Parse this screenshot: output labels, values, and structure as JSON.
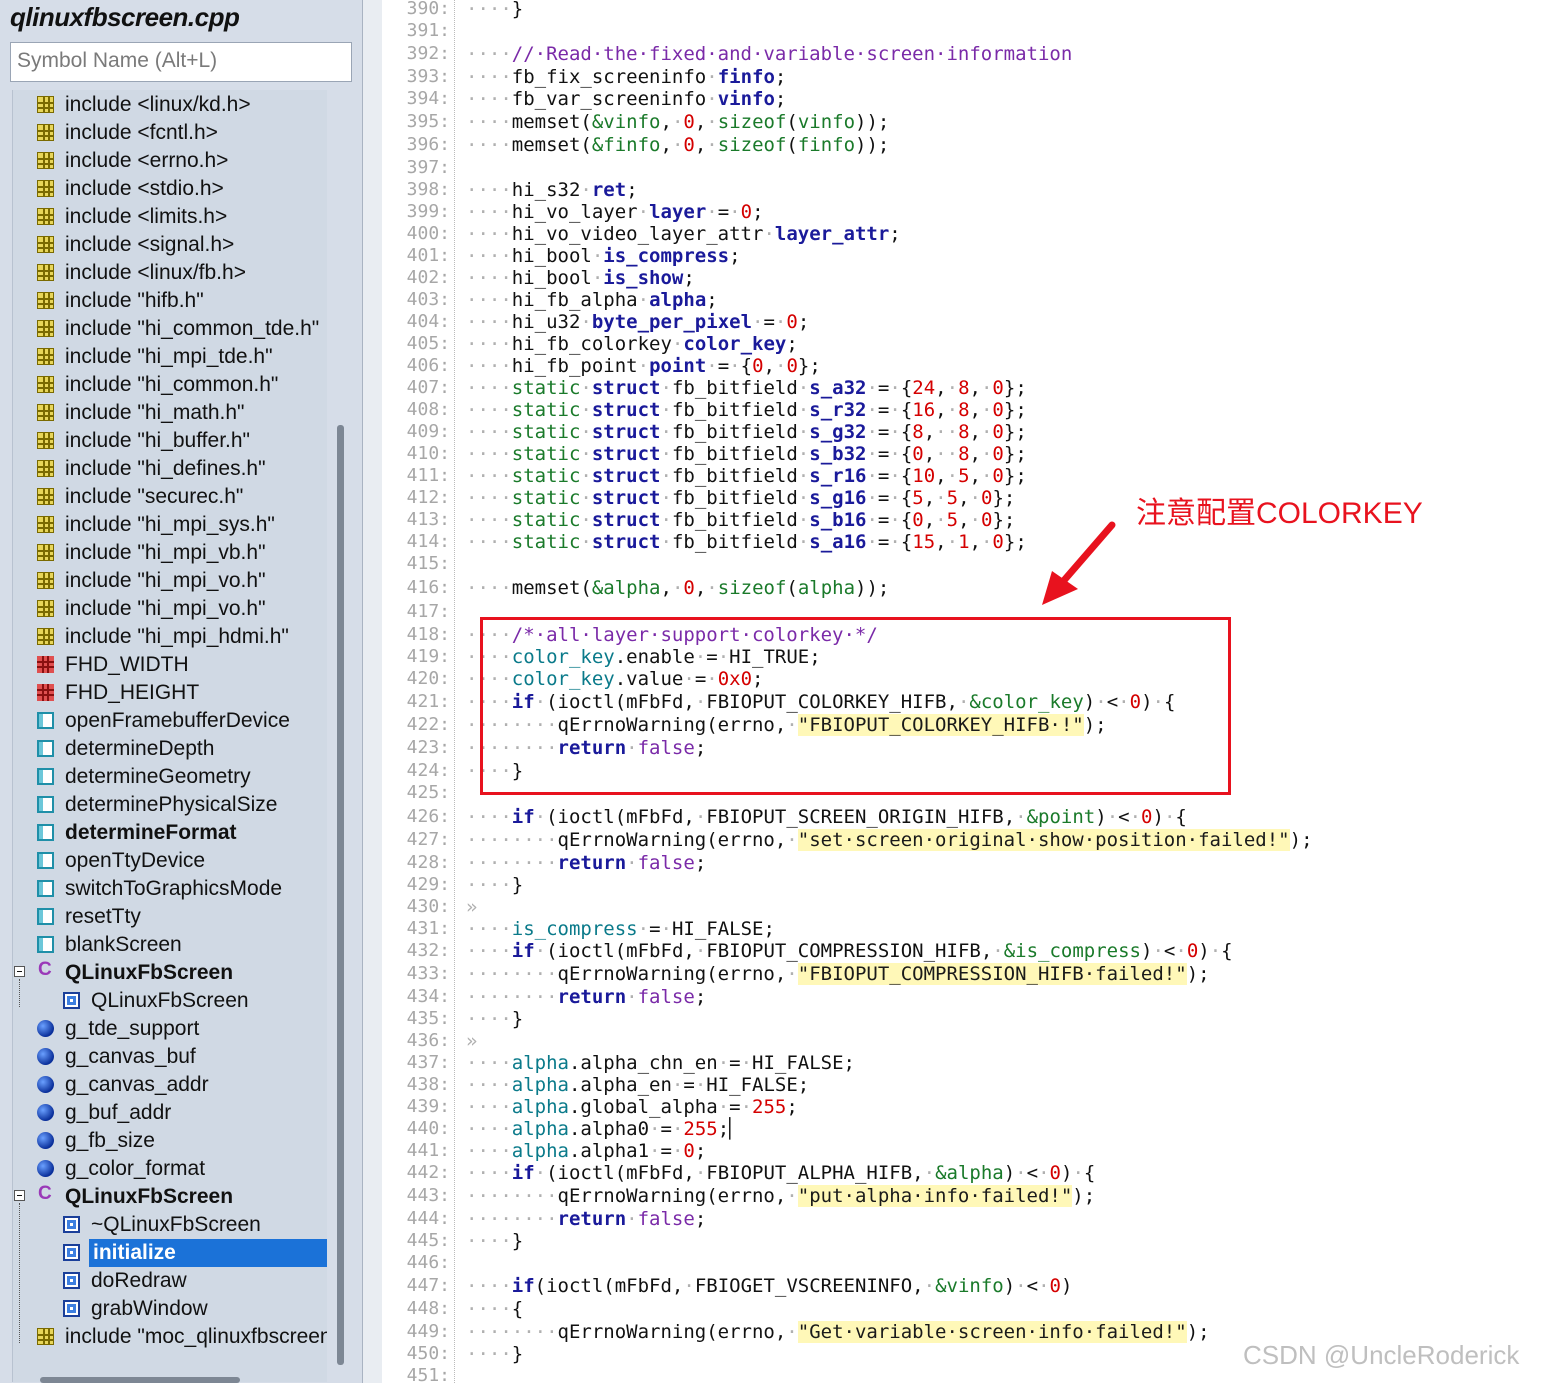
{
  "sidebar": {
    "file_name": "qlinuxfbscreen.cpp",
    "search_placeholder": "Symbol Name (Alt+L)",
    "items": [
      {
        "icon": "include-icon",
        "label": "include <linux/kd.h>"
      },
      {
        "icon": "include-icon",
        "label": "include <fcntl.h>"
      },
      {
        "icon": "include-icon",
        "label": "include <errno.h>"
      },
      {
        "icon": "include-icon",
        "label": "include <stdio.h>"
      },
      {
        "icon": "include-icon",
        "label": "include <limits.h>"
      },
      {
        "icon": "include-icon",
        "label": "include <signal.h>"
      },
      {
        "icon": "include-icon",
        "label": "include <linux/fb.h>"
      },
      {
        "icon": "include-icon",
        "label": "include \"hifb.h\""
      },
      {
        "icon": "include-icon",
        "label": "include \"hi_common_tde.h\""
      },
      {
        "icon": "include-icon",
        "label": "include \"hi_mpi_tde.h\""
      },
      {
        "icon": "include-icon",
        "label": "include \"hi_common.h\""
      },
      {
        "icon": "include-icon",
        "label": "include \"hi_math.h\""
      },
      {
        "icon": "include-icon",
        "label": "include \"hi_buffer.h\""
      },
      {
        "icon": "include-icon",
        "label": "include \"hi_defines.h\""
      },
      {
        "icon": "include-icon",
        "label": "include \"securec.h\""
      },
      {
        "icon": "include-icon",
        "label": "include \"hi_mpi_sys.h\""
      },
      {
        "icon": "include-icon",
        "label": "include \"hi_mpi_vb.h\""
      },
      {
        "icon": "include-icon",
        "label": "include \"hi_mpi_vo.h\""
      },
      {
        "icon": "include-icon",
        "label": "include \"hi_mpi_vo.h\""
      },
      {
        "icon": "include-icon",
        "label": "include \"hi_mpi_hdmi.h\""
      },
      {
        "icon": "define-icon",
        "label": "FHD_WIDTH"
      },
      {
        "icon": "define-icon",
        "label": "FHD_HEIGHT"
      },
      {
        "icon": "function-icon",
        "label": "openFramebufferDevice"
      },
      {
        "icon": "function-icon",
        "label": "determineDepth"
      },
      {
        "icon": "function-icon",
        "label": "determineGeometry"
      },
      {
        "icon": "function-icon",
        "label": "determinePhysicalSize"
      },
      {
        "icon": "function-icon",
        "label": "determineFormat",
        "bold": true
      },
      {
        "icon": "function-icon",
        "label": "openTtyDevice"
      },
      {
        "icon": "function-icon",
        "label": "switchToGraphicsMode"
      },
      {
        "icon": "function-icon",
        "label": "resetTty"
      },
      {
        "icon": "function-icon",
        "label": "blankScreen"
      },
      {
        "icon": "class-icon",
        "label": "QLinuxFbScreen",
        "bold": true,
        "expander": true
      },
      {
        "icon": "method-icon",
        "label": "QLinuxFbScreen",
        "child": true
      },
      {
        "icon": "variable-icon",
        "label": "g_tde_support"
      },
      {
        "icon": "variable-icon",
        "label": "g_canvas_buf"
      },
      {
        "icon": "variable-icon",
        "label": "g_canvas_addr"
      },
      {
        "icon": "variable-icon",
        "label": "g_buf_addr"
      },
      {
        "icon": "variable-icon",
        "label": "g_fb_size"
      },
      {
        "icon": "variable-icon",
        "label": "g_color_format"
      },
      {
        "icon": "class-icon",
        "label": "QLinuxFbScreen",
        "bold": true,
        "expander": true
      },
      {
        "icon": "method-icon",
        "label": "~QLinuxFbScreen",
        "child": true
      },
      {
        "icon": "method-icon",
        "label": "initialize",
        "child": true,
        "selected": true
      },
      {
        "icon": "method-icon",
        "label": "doRedraw",
        "child": true
      },
      {
        "icon": "method-icon",
        "label": "grabWindow",
        "child": true
      },
      {
        "icon": "include-icon",
        "label": "include \"moc_qlinuxfbscreen.cpp\""
      }
    ]
  },
  "code": [
    {
      "n": "390:",
      "html": "<span class='d'>····</span>}"
    },
    {
      "n": "391:",
      "html": ""
    },
    {
      "n": "392:",
      "html": "<span class='d'>····</span><span class='cm'>//·Read·the·fixed·and·variable·screen·information</span>"
    },
    {
      "n": "393:",
      "html": "<span class='d'>····</span>fb_fix_screeninfo<span class='d'>·</span><span class='k'>finfo</span>;"
    },
    {
      "n": "394:",
      "html": "<span class='d'>····</span>fb_var_screeninfo<span class='d'>·</span><span class='k'>vinfo</span>;"
    },
    {
      "n": "395:",
      "html": "<span class='d'>····</span>memset(<span class='g'>&amp;vinfo</span>,<span class='d'>·</span><span class='n'>0</span>,<span class='d'>·</span><span class='g'>sizeof</span>(<span class='g'>vinfo</span>));"
    },
    {
      "n": "396:",
      "html": "<span class='d'>····</span>memset(<span class='g'>&amp;finfo</span>,<span class='d'>·</span><span class='n'>0</span>,<span class='d'>·</span><span class='g'>sizeof</span>(<span class='g'>finfo</span>));"
    },
    {
      "n": "397:",
      "html": ""
    },
    {
      "n": "398:",
      "html": "<span class='d'>····</span>hi_s32<span class='d'>·</span><span class='k'>ret</span>;"
    },
    {
      "n": "399:",
      "html": "<span class='d'>····</span>hi_vo_layer<span class='d'>·</span><span class='k'>layer</span><span class='d'>·</span>=<span class='d'>·</span><span class='n'>0</span>;"
    },
    {
      "n": "400:",
      "html": "<span class='d'>····</span>hi_vo_video_layer_attr<span class='d'>·</span><span class='k'>layer_attr</span>;"
    },
    {
      "n": "401:",
      "html": "<span class='d'>····</span>hi_bool<span class='d'>·</span><span class='k'>is_compress</span>;"
    },
    {
      "n": "402:",
      "html": "<span class='d'>····</span>hi_bool<span class='d'>·</span><span class='k'>is_show</span>;"
    },
    {
      "n": "403:",
      "html": "<span class='d'>····</span>hi_fb_alpha<span class='d'>·</span><span class='k'>alpha</span>;"
    },
    {
      "n": "404:",
      "html": "<span class='d'>····</span>hi_u32<span class='d'>·</span><span class='k'>byte_per_pixel</span><span class='d'>·</span>=<span class='d'>·</span><span class='n'>0</span>;"
    },
    {
      "n": "405:",
      "html": "<span class='d'>····</span>hi_fb_colorkey<span class='d'>·</span><span class='k'>color_key</span>;"
    },
    {
      "n": "406:",
      "html": "<span class='d'>····</span>hi_fb_point<span class='d'>·</span><span class='k'>point</span><span class='d'>·</span>=<span class='d'>·</span>{<span class='n'>0</span>,<span class='d'>·</span><span class='n'>0</span>};"
    },
    {
      "n": "407:",
      "html": "<span class='d'>····</span><span class='g'>static</span><span class='d'>·</span><span class='k'>struct</span><span class='d'>·</span>fb_bitfield<span class='d'>·</span><span class='k'>s_a32</span><span class='d'>·</span>=<span class='d'>·</span>{<span class='n'>24</span>,<span class='d'>·</span><span class='n'>8</span>,<span class='d'>·</span><span class='n'>0</span>};"
    },
    {
      "n": "408:",
      "html": "<span class='d'>····</span><span class='g'>static</span><span class='d'>·</span><span class='k'>struct</span><span class='d'>·</span>fb_bitfield<span class='d'>·</span><span class='k'>s_r32</span><span class='d'>·</span>=<span class='d'>·</span>{<span class='n'>16</span>,<span class='d'>·</span><span class='n'>8</span>,<span class='d'>·</span><span class='n'>0</span>};"
    },
    {
      "n": "409:",
      "html": "<span class='d'>····</span><span class='g'>static</span><span class='d'>·</span><span class='k'>struct</span><span class='d'>·</span>fb_bitfield<span class='d'>·</span><span class='k'>s_g32</span><span class='d'>·</span>=<span class='d'>·</span>{<span class='n'>8</span>,<span class='d'>··</span><span class='n'>8</span>,<span class='d'>·</span><span class='n'>0</span>};"
    },
    {
      "n": "410:",
      "html": "<span class='d'>····</span><span class='g'>static</span><span class='d'>·</span><span class='k'>struct</span><span class='d'>·</span>fb_bitfield<span class='d'>·</span><span class='k'>s_b32</span><span class='d'>·</span>=<span class='d'>·</span>{<span class='n'>0</span>,<span class='d'>··</span><span class='n'>8</span>,<span class='d'>·</span><span class='n'>0</span>};"
    },
    {
      "n": "411:",
      "html": "<span class='d'>····</span><span class='g'>static</span><span class='d'>·</span><span class='k'>struct</span><span class='d'>·</span>fb_bitfield<span class='d'>·</span><span class='k'>s_r16</span><span class='d'>·</span>=<span class='d'>·</span>{<span class='n'>10</span>,<span class='d'>·</span><span class='n'>5</span>,<span class='d'>·</span><span class='n'>0</span>};"
    },
    {
      "n": "412:",
      "html": "<span class='d'>····</span><span class='g'>static</span><span class='d'>·</span><span class='k'>struct</span><span class='d'>·</span>fb_bitfield<span class='d'>·</span><span class='k'>s_g16</span><span class='d'>·</span>=<span class='d'>·</span>{<span class='n'>5</span>,<span class='d'>·</span><span class='n'>5</span>,<span class='d'>·</span><span class='n'>0</span>};"
    },
    {
      "n": "413:",
      "html": "<span class='d'>····</span><span class='g'>static</span><span class='d'>·</span><span class='k'>struct</span><span class='d'>·</span>fb_bitfield<span class='d'>·</span><span class='k'>s_b16</span><span class='d'>·</span>=<span class='d'>·</span>{<span class='n'>0</span>,<span class='d'>·</span><span class='n'>5</span>,<span class='d'>·</span><span class='n'>0</span>};"
    },
    {
      "n": "414:",
      "html": "<span class='d'>····</span><span class='g'>static</span><span class='d'>·</span><span class='k'>struct</span><span class='d'>·</span>fb_bitfield<span class='d'>·</span><span class='k'>s_a16</span><span class='d'>·</span>=<span class='d'>·</span>{<span class='n'>15</span>,<span class='d'>·</span><span class='n'>1</span>,<span class='d'>·</span><span class='n'>0</span>};"
    },
    {
      "n": "415:",
      "html": ""
    },
    {
      "n": "416:",
      "html": "<span class='d'>····</span>memset(<span class='g'>&amp;alpha</span>,<span class='d'>·</span><span class='n'>0</span>,<span class='d'>·</span><span class='g'>sizeof</span>(<span class='g'>alpha</span>));"
    },
    {
      "n": "417:",
      "html": ""
    },
    {
      "n": "418:",
      "html": "<span class='d'>····</span><span class='cm'>/*·all·layer·support·colorkey·*/</span>"
    },
    {
      "n": "419:",
      "html": "<span class='d'>····</span><span class='tl'>color_key</span>.enable<span class='d'>·</span>=<span class='d'>·</span>HI_TRUE;"
    },
    {
      "n": "420:",
      "html": "<span class='d'>····</span><span class='tl'>color_key</span>.value<span class='d'>·</span>=<span class='d'>·</span><span class='n'>0x0</span>;"
    },
    {
      "n": "421:",
      "html": "<span class='d'>····</span><span class='k'>if</span><span class='d'>·</span>(ioctl(mFbFd,<span class='d'>·</span>FBIOPUT_COLORKEY_HIFB,<span class='d'>·</span><span class='g'>&amp;color_key</span>)<span class='d'>·</span>&lt;<span class='d'>·</span><span class='n'>0</span>)<span class='d'>·</span>{"
    },
    {
      "n": "422:",
      "html": "<span class='d'>········</span>qErrnoWarning(errno,<span class='d'>·</span><span class='str'>\"FBIOPUT_COLORKEY_HIFB·!\"</span>);"
    },
    {
      "n": "423:",
      "html": "<span class='d'>········</span><span class='k'>return</span><span class='d'>·</span><span class='pl'>false</span>;"
    },
    {
      "n": "424:",
      "html": "<span class='d'>····</span>}"
    },
    {
      "n": "425:",
      "html": ""
    },
    {
      "n": "426:",
      "html": "<span class='d'>····</span><span class='k'>if</span><span class='d'>·</span>(ioctl(mFbFd,<span class='d'>·</span>FBIOPUT_SCREEN_ORIGIN_HIFB,<span class='d'>·</span><span class='g'>&amp;point</span>)<span class='d'>·</span>&lt;<span class='d'>·</span><span class='n'>0</span>)<span class='d'>·</span>{"
    },
    {
      "n": "427:",
      "html": "<span class='d'>········</span>qErrnoWarning(errno,<span class='d'>·</span><span class='str'>\"set·screen·original·show·position·failed!\"</span>);"
    },
    {
      "n": "428:",
      "html": "<span class='d'>········</span><span class='k'>return</span><span class='d'>·</span><span class='pl'>false</span>;"
    },
    {
      "n": "429:",
      "html": "<span class='d'>····</span>}"
    },
    {
      "n": "430:",
      "html": "<span class='d'>»</span>"
    },
    {
      "n": "431:",
      "html": "<span class='d'>····</span><span class='tl'>is_compress</span><span class='d'>·</span>=<span class='d'>·</span>HI_FALSE;"
    },
    {
      "n": "432:",
      "html": "<span class='d'>····</span><span class='k'>if</span><span class='d'>·</span>(ioctl(mFbFd,<span class='d'>·</span>FBIOPUT_COMPRESSION_HIFB,<span class='d'>·</span><span class='g'>&amp;is_compress</span>)<span class='d'>·</span>&lt;<span class='d'>·</span><span class='n'>0</span>)<span class='d'>·</span>{"
    },
    {
      "n": "433:",
      "html": "<span class='d'>········</span>qErrnoWarning(errno,<span class='d'>·</span><span class='str'>\"FBIOPUT_COMPRESSION_HIFB·failed!\"</span>);"
    },
    {
      "n": "434:",
      "html": "<span class='d'>········</span><span class='k'>return</span><span class='d'>·</span><span class='pl'>false</span>;"
    },
    {
      "n": "435:",
      "html": "<span class='d'>····</span>}"
    },
    {
      "n": "436:",
      "html": "<span class='d'>»</span>"
    },
    {
      "n": "437:",
      "html": "<span class='d'>····</span><span class='tl'>alpha</span>.alpha_chn_en<span class='d'>·</span>=<span class='d'>·</span>HI_FALSE;"
    },
    {
      "n": "438:",
      "html": "<span class='d'>····</span><span class='tl'>alpha</span>.alpha_en<span class='d'>·</span>=<span class='d'>·</span>HI_FALSE;"
    },
    {
      "n": "439:",
      "html": "<span class='d'>····</span><span class='tl'>alpha</span>.global_alpha<span class='d'>·</span>=<span class='d'>·</span><span class='n'>255</span>;"
    },
    {
      "n": "440:",
      "html": "<span class='d'>····</span><span class='tl'>alpha</span>.alpha0<span class='d'>·</span>=<span class='d'>·</span><span class='n'>255</span>;▏"
    },
    {
      "n": "441:",
      "html": "<span class='d'>····</span><span class='tl'>alpha</span>.alpha1<span class='d'>·</span>=<span class='d'>·</span><span class='n'>0</span>;"
    },
    {
      "n": "442:",
      "html": "<span class='d'>····</span><span class='k'>if</span><span class='d'>·</span>(ioctl(mFbFd,<span class='d'>·</span>FBIOPUT_ALPHA_HIFB,<span class='d'>·</span><span class='g'>&amp;alpha</span>)<span class='d'>·</span>&lt;<span class='d'>·</span><span class='n'>0</span>)<span class='d'>·</span>{"
    },
    {
      "n": "443:",
      "html": "<span class='d'>········</span>qErrnoWarning(errno,<span class='d'>·</span><span class='str'>\"put·alpha·info·failed!\"</span>);"
    },
    {
      "n": "444:",
      "html": "<span class='d'>········</span><span class='k'>return</span><span class='d'>·</span><span class='pl'>false</span>;"
    },
    {
      "n": "445:",
      "html": "<span class='d'>····</span>}"
    },
    {
      "n": "446:",
      "html": ""
    },
    {
      "n": "447:",
      "html": "<span class='d'>····</span><span class='k'>if</span>(ioctl(mFbFd,<span class='d'>·</span>FBIOGET_VSCREENINFO,<span class='d'>·</span><span class='g'>&amp;vinfo</span>)<span class='d'>·</span>&lt;<span class='d'>·</span><span class='n'>0</span>)"
    },
    {
      "n": "448:",
      "html": "<span class='d'>····</span>{"
    },
    {
      "n": "449:",
      "html": "<span class='d'>········</span>qErrnoWarning(errno,<span class='d'>·</span><span class='str'>\"Get·variable·screen·info·failed!\"</span>);"
    },
    {
      "n": "450:",
      "html": "<span class='d'>····</span>}"
    },
    {
      "n": "451:",
      "html": ""
    }
  ],
  "annotation": {
    "text": "注意配置COLORKEY",
    "color": "#e8121e"
  },
  "watermark": "CSDN @UncleRoderick"
}
